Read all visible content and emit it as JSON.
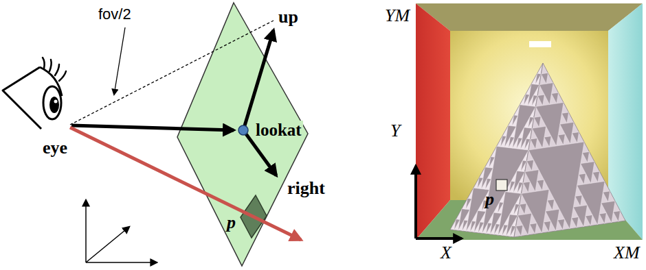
{
  "diagram": {
    "labels": [
      "fov/2",
      "up",
      "lookat",
      "eye",
      "right",
      "p",
      "YM",
      "Y",
      "p",
      "X",
      "XM"
    ]
  }
}
